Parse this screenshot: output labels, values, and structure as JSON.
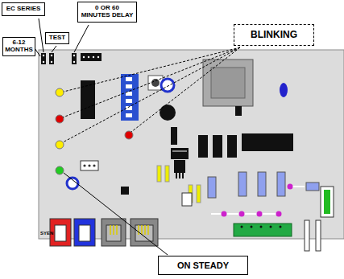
{
  "diagram": {
    "nodes": [
      {
        "text": [
          "EC SERIES"
        ]
      },
      {
        "text": [
          "0 OR 60 MINUTES DELAY"
        ]
      },
      {
        "text": [
          "6-12 MONTHS"
        ]
      },
      {
        "text": [
          "TEST"
        ]
      },
      {
        "text": [
          "BLINKING"
        ]
      },
      {
        "text": [
          "ON STEADY"
        ]
      }
    ],
    "labels": [
      "SYEN"
    ]
  }
}
